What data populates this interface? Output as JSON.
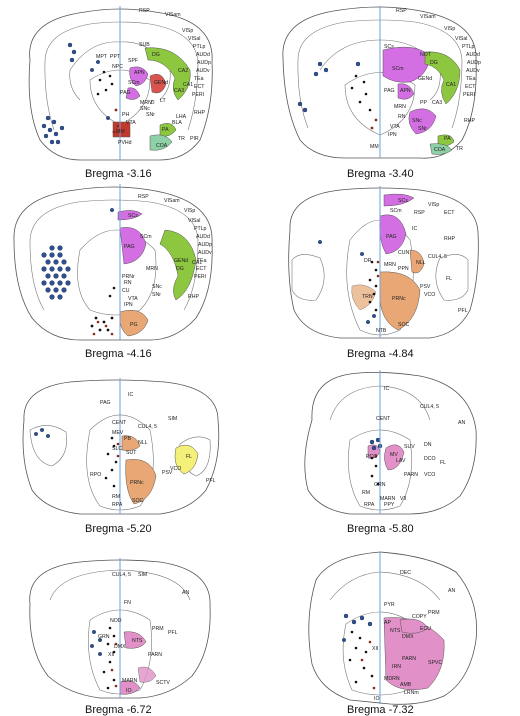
{
  "colors": {
    "green": "#8dc63f",
    "magenta": "#d36fe2",
    "red": "#d9534f",
    "orange": "#e8a774",
    "yellow": "#f4f07a",
    "pink": "#e191c8",
    "teal": "#8fd1a6",
    "blue_dot": "#2f4f8f",
    "midline": "#6aa0d8"
  },
  "panels": [
    {
      "caption": "Bregma -3.16",
      "labels": [
        "RSP",
        "VISam",
        "VISp",
        "VISal",
        "PTLp",
        "AUDd",
        "AUDp",
        "AUDv",
        "TEa",
        "ECT",
        "PERI",
        "RHP",
        "PIR",
        "SUB",
        "DG",
        "CA2",
        "CA3",
        "CA1",
        "PAG",
        "MRN",
        "APN",
        "SCm",
        "SPF",
        "SNc",
        "SNr",
        "GENd",
        "LT",
        "ZI",
        "PH",
        "VTA",
        "LHA",
        "BLA",
        "PA",
        "COA",
        "TR",
        "MM",
        "PVHd",
        "MPT",
        "PPT",
        "NPC"
      ]
    },
    {
      "caption": "Bregma -3.40",
      "labels": [
        "RSP",
        "VISam",
        "VISp",
        "VISal",
        "PTLp",
        "AUDd",
        "AUDp",
        "AUDv",
        "TEa",
        "ECT",
        "PERI",
        "RHP",
        "SCs",
        "SCm",
        "NOT",
        "DG",
        "APN",
        "GENd",
        "CA1",
        "CA3",
        "PAG",
        "MRN",
        "RN",
        "SNc",
        "SNr",
        "PP",
        "VTA",
        "IPN",
        "PA",
        "COA",
        "TR",
        "MM"
      ]
    },
    {
      "caption": "Bregma -4.16",
      "labels": [
        "RSP",
        "VISam",
        "VISp",
        "VISal",
        "PTLp",
        "AUDd",
        "AUDp",
        "AUDv",
        "TEa",
        "ECT",
        "PERI",
        "RHP",
        "SCs",
        "SCm",
        "PAG",
        "GENd",
        "DG",
        "CA1",
        "MRN",
        "RN",
        "PRNr",
        "SNc",
        "SNr",
        "VTA",
        "IPN",
        "CU",
        "PG"
      ]
    },
    {
      "caption": "Bregma -4.84",
      "labels": [
        "SCs",
        "VISp",
        "RSP",
        "SCm",
        "ECT",
        "RHP",
        "IC",
        "PAG",
        "CUL4, 5",
        "CUN",
        "NLL",
        "DR",
        "MRN",
        "PPN",
        "FL",
        "PSV",
        "VCO",
        "TRN",
        "PRNc",
        "PFL",
        "NTB",
        "SOC"
      ]
    },
    {
      "caption": "Bregma -5.20",
      "labels": [
        "IC",
        "PAG",
        "SIM",
        "CENT",
        "CUL4, 5",
        "MEV",
        "PB",
        "NLL",
        "FL",
        "SLC",
        "SUT",
        "PSV",
        "PRNc",
        "VCO",
        "PFL",
        "RPO",
        "RM",
        "RPA",
        "SOC"
      ]
    },
    {
      "caption": "Bregma -5.80",
      "labels": [
        "IC",
        "CENT",
        "CUL4, 5",
        "AN",
        "DN",
        "MV",
        "SUV",
        "LAV",
        "DCO",
        "FL",
        "PCG",
        "PARN",
        "VCO",
        "GRN",
        "RM",
        "MARN",
        "RPA",
        "PPY",
        "VII"
      ]
    },
    {
      "caption": "Bregma -6.72",
      "labels": [
        "CUL4, 5",
        "SIM",
        "AN",
        "FN",
        "NOD",
        "PRM",
        "PFL",
        "GRN",
        "NTS",
        "DMX",
        "XII",
        "PARN",
        "MARN",
        "SCTV",
        "IO"
      ]
    },
    {
      "caption": "Bregma -7.32",
      "labels": [
        "DEC",
        "AN",
        "PYR",
        "COPY",
        "PRM",
        "ECU",
        "AP",
        "NTS",
        "DMX",
        "XII",
        "PARN",
        "IRN",
        "SPVC",
        "MDRN",
        "AMB",
        "LRNm",
        "IO"
      ]
    }
  ]
}
